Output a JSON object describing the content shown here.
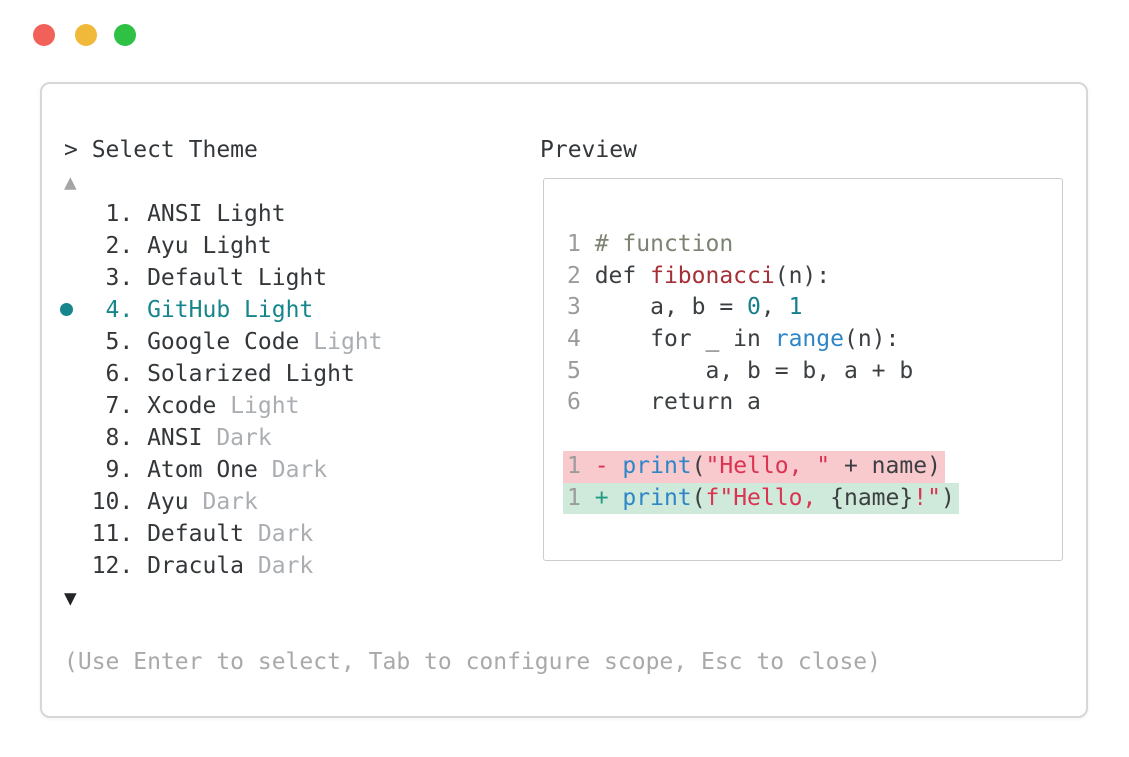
{
  "window": {
    "traffic_lights": [
      {
        "name": "close",
        "color": "#f2605a"
      },
      {
        "name": "minimize",
        "color": "#f0b93a"
      },
      {
        "name": "zoom",
        "color": "#2fc144"
      }
    ]
  },
  "colors": {
    "accent_selected": "#17868c",
    "text_primary": "#33373a",
    "text_muted": "#aaaeb2",
    "hint": "#a9a9a9",
    "scroll_up": "#a5a5a5",
    "scroll_down": "#222528",
    "line_number": "#9b9b9b",
    "code_plain": "#3b3f42",
    "code_comment": "#7d8372",
    "code_function": "#a43137",
    "code_number": "#17808d",
    "code_builtin": "#2e86c8",
    "code_string": "#dc3352",
    "diff_minus_sign": "#d23552",
    "diff_plus_sign": "#1f9b83",
    "removed_bg": "#f8c9cd",
    "added_bg": "#cfe9da"
  },
  "picker": {
    "prompt": "> Select Theme",
    "scroll_up_icon": "▲",
    "scroll_down_icon": "▼",
    "hint": "(Use Enter to select, Tab to configure scope, Esc to close)",
    "items": [
      {
        "number": "1",
        "name": "ANSI",
        "variant": "Light",
        "variant_muted": false,
        "selected": false
      },
      {
        "number": "2",
        "name": "Ayu",
        "variant": "Light",
        "variant_muted": false,
        "selected": false
      },
      {
        "number": "3",
        "name": "Default",
        "variant": "Light",
        "variant_muted": false,
        "selected": false
      },
      {
        "number": "4",
        "name": "GitHub",
        "variant": "Light",
        "variant_muted": false,
        "selected": true
      },
      {
        "number": "5",
        "name": "Google Code",
        "variant": "Light",
        "variant_muted": true,
        "selected": false
      },
      {
        "number": "6",
        "name": "Solarized",
        "variant": "Light",
        "variant_muted": false,
        "selected": false
      },
      {
        "number": "7",
        "name": "Xcode",
        "variant": "Light",
        "variant_muted": true,
        "selected": false
      },
      {
        "number": "8",
        "name": "ANSI",
        "variant": "Dark",
        "variant_muted": true,
        "selected": false
      },
      {
        "number": "9",
        "name": "Atom One",
        "variant": "Dark",
        "variant_muted": true,
        "selected": false
      },
      {
        "number": "10",
        "name": "Ayu",
        "variant": "Dark",
        "variant_muted": true,
        "selected": false
      },
      {
        "number": "11",
        "name": "Default",
        "variant": "Dark",
        "variant_muted": true,
        "selected": false
      },
      {
        "number": "12",
        "name": "Dracula",
        "variant": "Dark",
        "variant_muted": true,
        "selected": false
      }
    ]
  },
  "preview": {
    "label": "Preview",
    "code_lines": [
      {
        "line_number": "1",
        "background": "none",
        "tokens": [
          {
            "text": "# function",
            "style": "comment"
          }
        ]
      },
      {
        "line_number": "2",
        "background": "none",
        "tokens": [
          {
            "text": "def ",
            "style": "plain"
          },
          {
            "text": "fibonacci",
            "style": "function"
          },
          {
            "text": "(n):",
            "style": "plain"
          }
        ]
      },
      {
        "line_number": "3",
        "background": "none",
        "tokens": [
          {
            "text": "    a, b = ",
            "style": "plain"
          },
          {
            "text": "0",
            "style": "number"
          },
          {
            "text": ", ",
            "style": "plain"
          },
          {
            "text": "1",
            "style": "number"
          }
        ]
      },
      {
        "line_number": "4",
        "background": "none",
        "tokens": [
          {
            "text": "    for _ in ",
            "style": "plain"
          },
          {
            "text": "range",
            "style": "builtin"
          },
          {
            "text": "(n):",
            "style": "plain"
          }
        ]
      },
      {
        "line_number": "5",
        "background": "none",
        "tokens": [
          {
            "text": "        a, b = b, a + b",
            "style": "plain"
          }
        ]
      },
      {
        "line_number": "6",
        "background": "none",
        "tokens": [
          {
            "text": "    return a",
            "style": "plain"
          }
        ]
      },
      {
        "line_number": "",
        "background": "none",
        "tokens": []
      },
      {
        "line_number": "1",
        "background": "removed",
        "tokens": [
          {
            "text": "- ",
            "style": "sign-minus"
          },
          {
            "text": "print",
            "style": "builtin"
          },
          {
            "text": "(",
            "style": "plain"
          },
          {
            "text": "\"Hello, \"",
            "style": "string"
          },
          {
            "text": " + name)",
            "style": "plain"
          }
        ]
      },
      {
        "line_number": "1",
        "background": "added",
        "tokens": [
          {
            "text": "+ ",
            "style": "sign-plus"
          },
          {
            "text": "print",
            "style": "builtin"
          },
          {
            "text": "(",
            "style": "plain"
          },
          {
            "text": "f\"Hello, ",
            "style": "string"
          },
          {
            "text": "{name}",
            "style": "plain"
          },
          {
            "text": "!\"",
            "style": "string"
          },
          {
            "text": ")",
            "style": "plain"
          }
        ]
      }
    ]
  }
}
